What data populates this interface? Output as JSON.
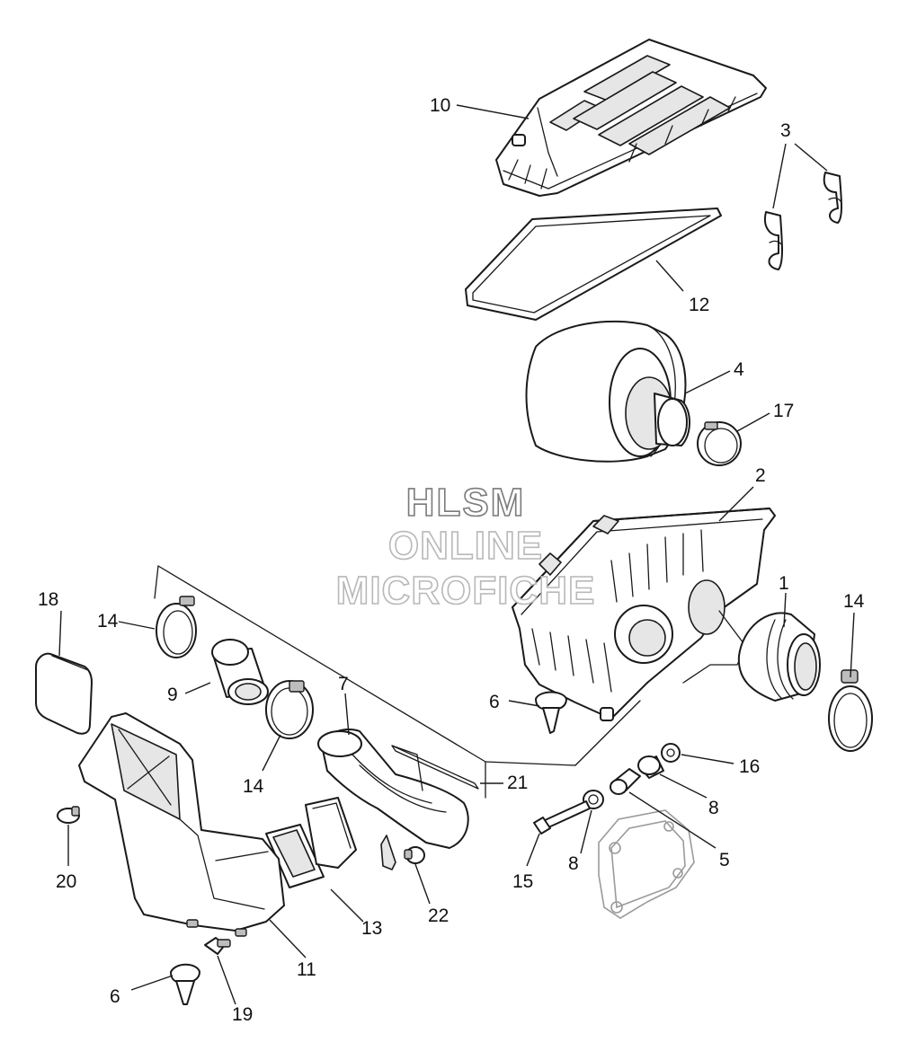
{
  "watermark": {
    "line1": "HLSM",
    "line2": "ONLINE",
    "line3": "MICROFICHE"
  },
  "callouts": {
    "c1": "1",
    "c2": "2",
    "c3": "3",
    "c4": "4",
    "c5": "5",
    "c6a": "6",
    "c6b": "6",
    "c7": "7",
    "c8a": "8",
    "c8b": "8",
    "c9": "9",
    "c10": "10",
    "c11": "11",
    "c12": "12",
    "c13": "13",
    "c14a": "14",
    "c14b": "14",
    "c14c": "14",
    "c15": "15",
    "c16": "16",
    "c17": "17",
    "c18": "18",
    "c19": "19",
    "c20": "20",
    "c21": "21",
    "c22": "22"
  }
}
